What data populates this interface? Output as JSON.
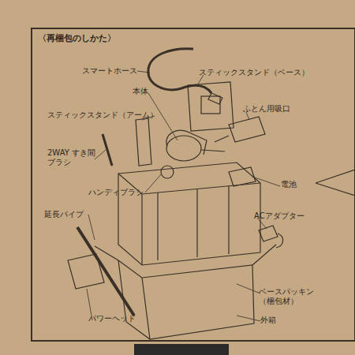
{
  "diagram": {
    "title": "〈再梱包のしかた〉",
    "labels": [
      "スマートホース",
      "スティックスタンド（ベース）",
      "本体",
      "ふとん用吸口",
      "スティックスタンド（アーム）",
      "2WAY すき間ブラシ",
      "電池",
      "ハンディブラシ",
      "ACアダプター",
      "延長パイプ",
      "ベースパッキン （梱包材）",
      "外箱",
      "パワーヘッド"
    ]
  }
}
